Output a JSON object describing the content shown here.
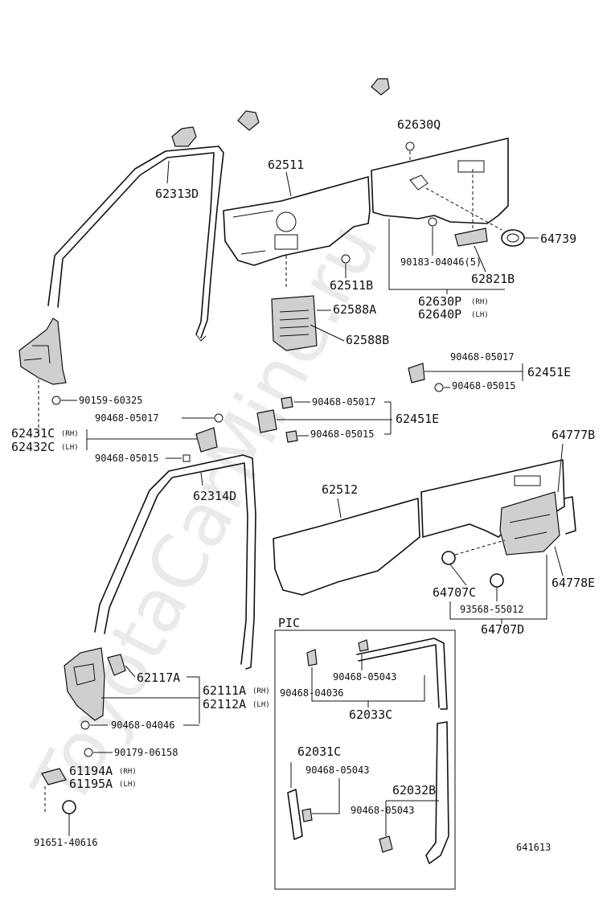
{
  "watermark": "ToyotaCarMine.ru",
  "figure_number": "641613",
  "pic_box_label": "PIC",
  "parts": {
    "p62630Q": "62630Q",
    "p62511": "62511",
    "p62313D": "62313D",
    "p64739": "64739",
    "p90183_04046": "90183-04046(5)",
    "p62821B": "62821B",
    "p62511B": "62511B",
    "p62630P": "62630P",
    "p62640P": "62640P",
    "p62588A": "62588A",
    "p62588B": "62588B",
    "p90468_05017_a": "90468-05017",
    "p62451E_a": "62451E",
    "p90468_05015_a": "90468-05015",
    "p90159_60325": "90159-60325",
    "p90468_05017_b": "90468-05017",
    "p62451E_b": "62451E",
    "p90468_05017_c": "90468-05017",
    "p62431C": "62431C",
    "p62432C": "62432C",
    "p90468_05015_b": "90468-05015",
    "p90468_05015_c": "90468-05015",
    "p62314D": "62314D",
    "p64777B": "64777B",
    "p62512": "62512",
    "p64707C": "64707C",
    "p64778E": "64778E",
    "p93568_55012": "93568-55012",
    "p64707D": "64707D",
    "p62117A": "62117A",
    "p62111A": "62111A",
    "p62112A": "62112A",
    "p90468_04046": "90468-04046",
    "p90179_06158": "90179-06158",
    "p61194A": "61194A",
    "p61195A": "61195A",
    "p91651_40616": "91651-40616",
    "p90468_05043_a": "90468-05043",
    "p90468_04036": "90468-04036",
    "p62033C": "62033C",
    "p62031C": "62031C",
    "p90468_05043_b": "90468-05043",
    "p62032B": "62032B",
    "p90468_05043_c": "90468-05043"
  },
  "side_marks": {
    "rh": "(RH)",
    "lh": "(LH)",
    "rh_alt": "(RH)",
    "lh_alt": "(LH)"
  }
}
